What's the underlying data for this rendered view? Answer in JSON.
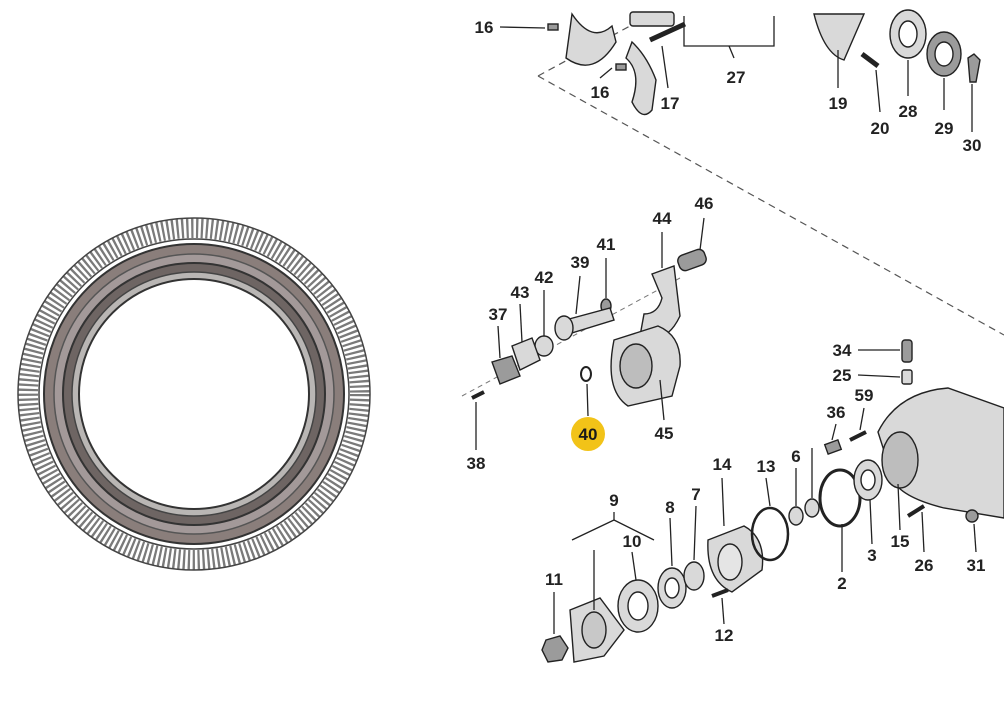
{
  "diagram": {
    "highlight_color": "#f2c318",
    "part_numbers": [
      "16",
      "16",
      "17",
      "27",
      "19",
      "20",
      "28",
      "29",
      "30",
      "46",
      "44",
      "41",
      "39",
      "42",
      "43",
      "37",
      "38",
      "40",
      "45",
      "34",
      "25",
      "59",
      "36",
      "13",
      "14",
      "6",
      "7",
      "8",
      "9",
      "10",
      "11",
      "12",
      "2",
      "3",
      "15",
      "26",
      "31"
    ],
    "highlighted_part": "40"
  }
}
